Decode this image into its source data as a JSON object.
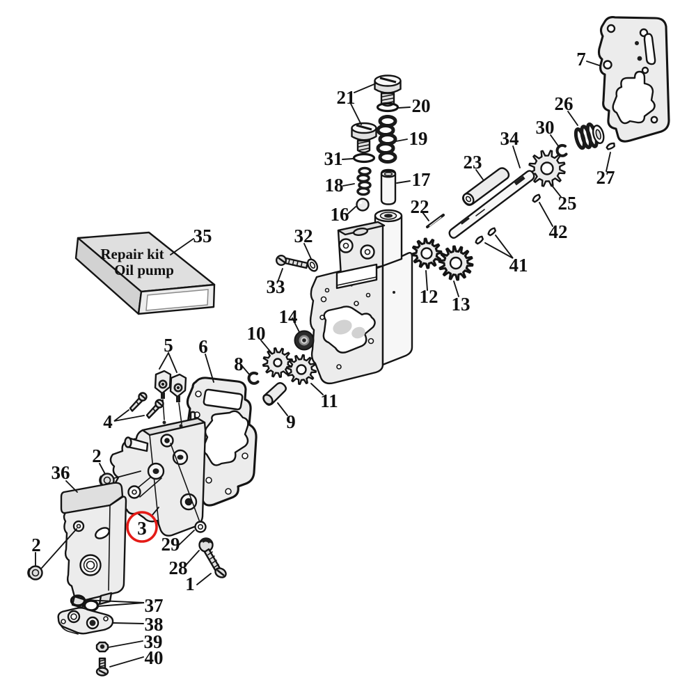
{
  "diagram": {
    "kind": "exploded-parts-diagram",
    "subject": "Oil pump assembly",
    "kit_box": {
      "line1": "Repair kit",
      "line2": "Oil pump"
    },
    "highlight": {
      "circled_part": "3",
      "color": "#e41b17"
    },
    "ink_color": "#141414",
    "callouts": {
      "c1": "1",
      "c2a": "2",
      "c2b": "2",
      "c3": "3",
      "c4": "4",
      "c5": "5",
      "c6": "6",
      "c7": "7",
      "c8": "8",
      "c9": "9",
      "c10": "10",
      "c11": "11",
      "c12": "12",
      "c13": "13",
      "c14": "14",
      "c16": "16",
      "c17": "17",
      "c18": "18",
      "c19": "19",
      "c20": "20",
      "c21": "21",
      "c22": "22",
      "c23": "23",
      "c25": "25",
      "c26": "26",
      "c27": "27",
      "c28": "28",
      "c29": "29",
      "c30": "30",
      "c31": "31",
      "c32": "32",
      "c33": "33",
      "c34": "34",
      "c35": "35",
      "c36": "36",
      "c37": "37",
      "c38": "38",
      "c39": "39",
      "c40": "40",
      "c41": "41",
      "c42": "42"
    }
  }
}
